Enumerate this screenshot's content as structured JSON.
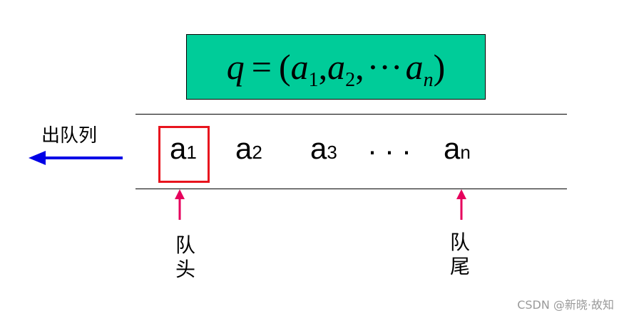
{
  "formula": {
    "q": "q",
    "eq": "=",
    "open": "(",
    "a": "a",
    "s1": "1",
    "comma1": ",",
    "s2": "2",
    "comma2": ",",
    "dots": "···",
    "sn": "n",
    "close": ")"
  },
  "dequeue": {
    "label": "出队列"
  },
  "elements": [
    {
      "letter": "a",
      "index": "1"
    },
    {
      "letter": "a",
      "index": "2"
    },
    {
      "letter": "a",
      "index": "3"
    },
    {
      "letter": "a",
      "index": "n"
    }
  ],
  "ellipsis": "···",
  "head": {
    "label": "队头"
  },
  "tail": {
    "label": "队尾"
  },
  "watermark": "CSDN @新晓·故知",
  "colors": {
    "formula_bg": "#00cc99",
    "head_box": "#e8141e",
    "pointer": "#e6005c",
    "dequeue_arrow": "#0000e6"
  }
}
